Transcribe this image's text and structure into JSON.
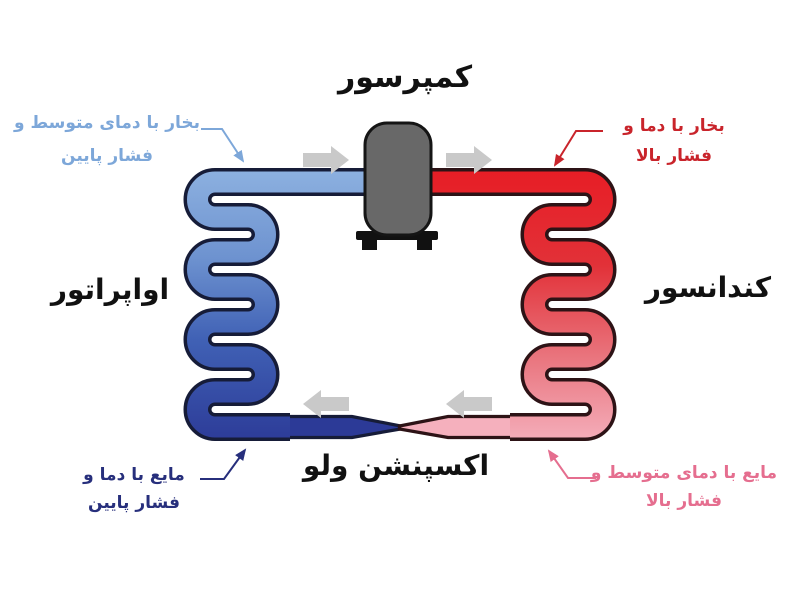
{
  "components": {
    "compressor": "کمپرسور",
    "evaporator": "اواپراتور",
    "condenser": "کندانسور",
    "expansion_valve": "اکسپنشن ولو"
  },
  "state_labels": {
    "vapor_low": {
      "line1": "بخار با دمای متوسط و",
      "line2": "فشار پایین"
    },
    "vapor_high": {
      "line1": "بخار با دما و",
      "line2": "فشار بالا"
    },
    "liquid_low": {
      "line1": "مایع با دما و",
      "line2": "فشار پایین"
    },
    "liquid_high": {
      "line1": "مایع با دمای متوسط و",
      "line2": "فشار بالا"
    }
  },
  "colors": {
    "background": "#ffffff",
    "pipe_blue_light": "#8db1e0",
    "pipe_blue_mid1": "#6e93d0",
    "pipe_blue_mid2": "#4061b5",
    "pipe_blue_dark": "#2c3a97",
    "pipe_blue_outline": "#161c38",
    "pipe_red_bright": "#e71d25",
    "pipe_red_mid1": "#e23138",
    "pipe_red_mid2": "#e9747d",
    "pipe_pink_light": "#f5b0bd",
    "pipe_red_outline": "#2d1316",
    "compressor_gray": "#686868",
    "compressor_outline": "#151515",
    "compressor_feet": "#111111",
    "flow_arrow_gray": "#c9c9c9",
    "label_vapor_low_color": "#7da7d9",
    "label_vapor_high_color": "#c9242b",
    "label_liquid_low_color": "#272f7c",
    "label_liquid_high_color": "#e56e8f",
    "component_label_color": "#111111"
  }
}
